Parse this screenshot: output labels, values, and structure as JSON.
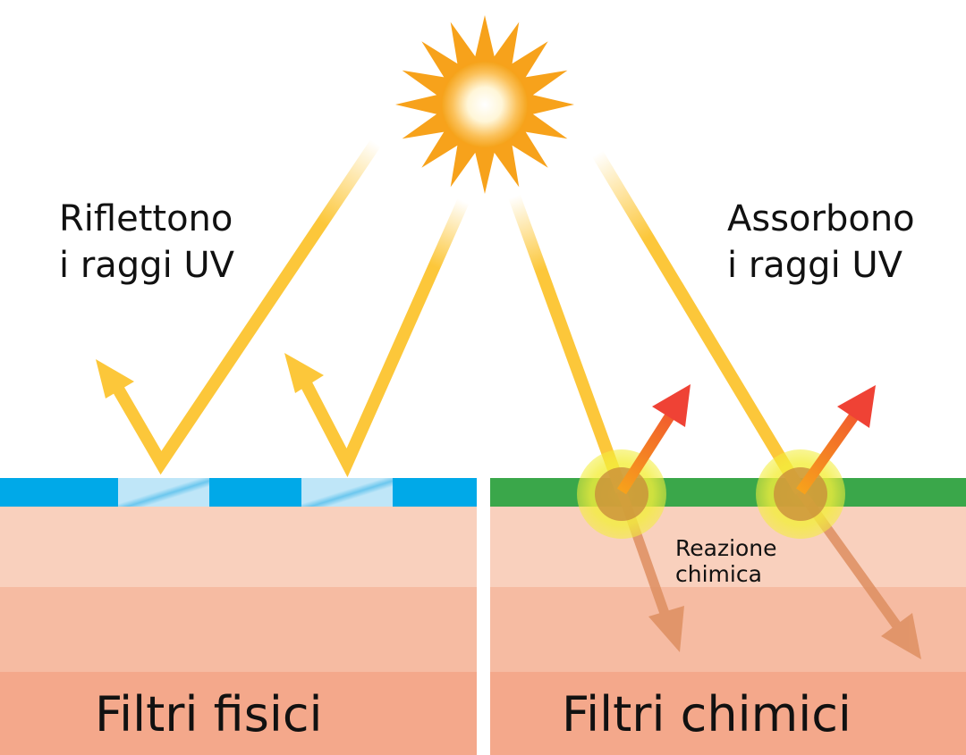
{
  "labels": {
    "reflect_line1": "Riflettono",
    "reflect_line2": "i raggi UV",
    "absorb_line1": "Assorbono",
    "absorb_line2": "i raggi UV",
    "reaction_line1": "Reazione",
    "reaction_line2": "chimica",
    "physical_title": "Filtri fisici",
    "chemical_title": "Filtri chimici"
  },
  "colors": {
    "sun_ray": "#f7a21b",
    "uv_ray": "#fcc73a",
    "physical_filter": "#00a9e8",
    "physical_filter_gap": "#bfe6f8",
    "chemical_filter": "#3aa74a",
    "skin_layer_1": "#f9d0bd",
    "skin_layer_2": "#f6bba2",
    "skin_layer_3": "#f4a88b",
    "reaction_glow": "#f3ee3c",
    "emitted_ray": "#ef4235",
    "penetrating_ray": "#de8f61"
  }
}
